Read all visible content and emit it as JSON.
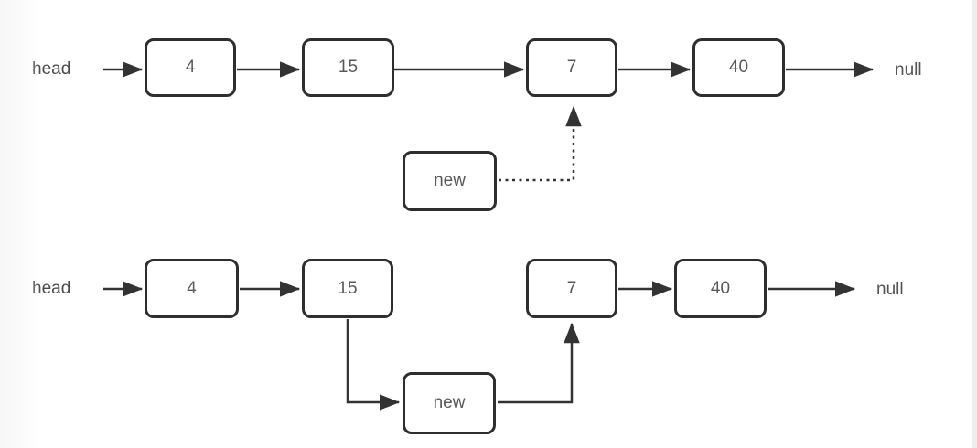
{
  "figure": {
    "description": "Linked list insertion: new node linked before node 7",
    "before": {
      "head_label": "head",
      "null_label": "null",
      "nodes": [
        "4",
        "15",
        "7",
        "40"
      ],
      "new_node_label": "new",
      "new_pointer_style": "dotted"
    },
    "after": {
      "head_label": "head",
      "null_label": "null",
      "nodes": [
        "4",
        "15",
        "7",
        "40"
      ],
      "new_node_label": "new",
      "new_pointer_style": "solid"
    }
  },
  "colors": {
    "line": "#333333",
    "box_border": "#2e2e2e",
    "box_fill": "#ffffff",
    "value_text": "#595959",
    "label_text": "#4a4a4a",
    "background": "#ffffff",
    "right_strip": "#ededee"
  }
}
